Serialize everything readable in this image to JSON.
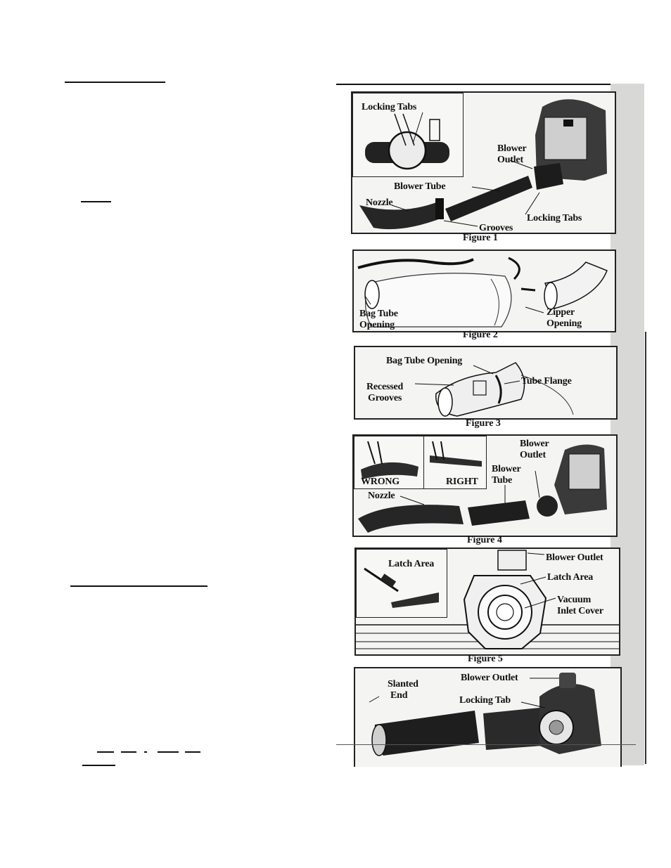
{
  "figure1": {
    "locking_tabs_inset": "Locking Tabs",
    "blower": "Blower",
    "outlet": "Outlet",
    "blower_tube": "Blower Tube",
    "nozzle": "Nozzle",
    "locking_tabs": "Locking Tabs",
    "grooves": "Grooves",
    "caption": "Figure 1"
  },
  "figure2": {
    "bag_tube": "Bag Tube",
    "opening": "Opening",
    "zipper": "Zipper",
    "zipper_opening": "Opening",
    "caption": "Figure 2"
  },
  "figure3": {
    "bag_tube_opening": "Bag Tube Opening",
    "recessed": "Recessed",
    "grooves": "Grooves",
    "tube_flange": "Tube Flange",
    "caption": "Figure 3"
  },
  "figure4": {
    "wrong": "WRONG",
    "right": "RIGHT",
    "blower": "Blower",
    "outlet": "Outlet",
    "blower2": "Blower",
    "tube": "Tube",
    "nozzle": "Nozzle",
    "caption": "Figure 4"
  },
  "figure5": {
    "latch_area_inset": "Latch Area",
    "blower_outlet": "Blower Outlet",
    "latch_area": "Latch Area",
    "vacuum": "Vacuum",
    "inlet_cover": "Inlet Cover",
    "caption": "Figure 5"
  },
  "figure6": {
    "slanted": "Slanted",
    "end": "End",
    "blower_outlet": "Blower Outlet",
    "locking_tab": "Locking Tab"
  }
}
